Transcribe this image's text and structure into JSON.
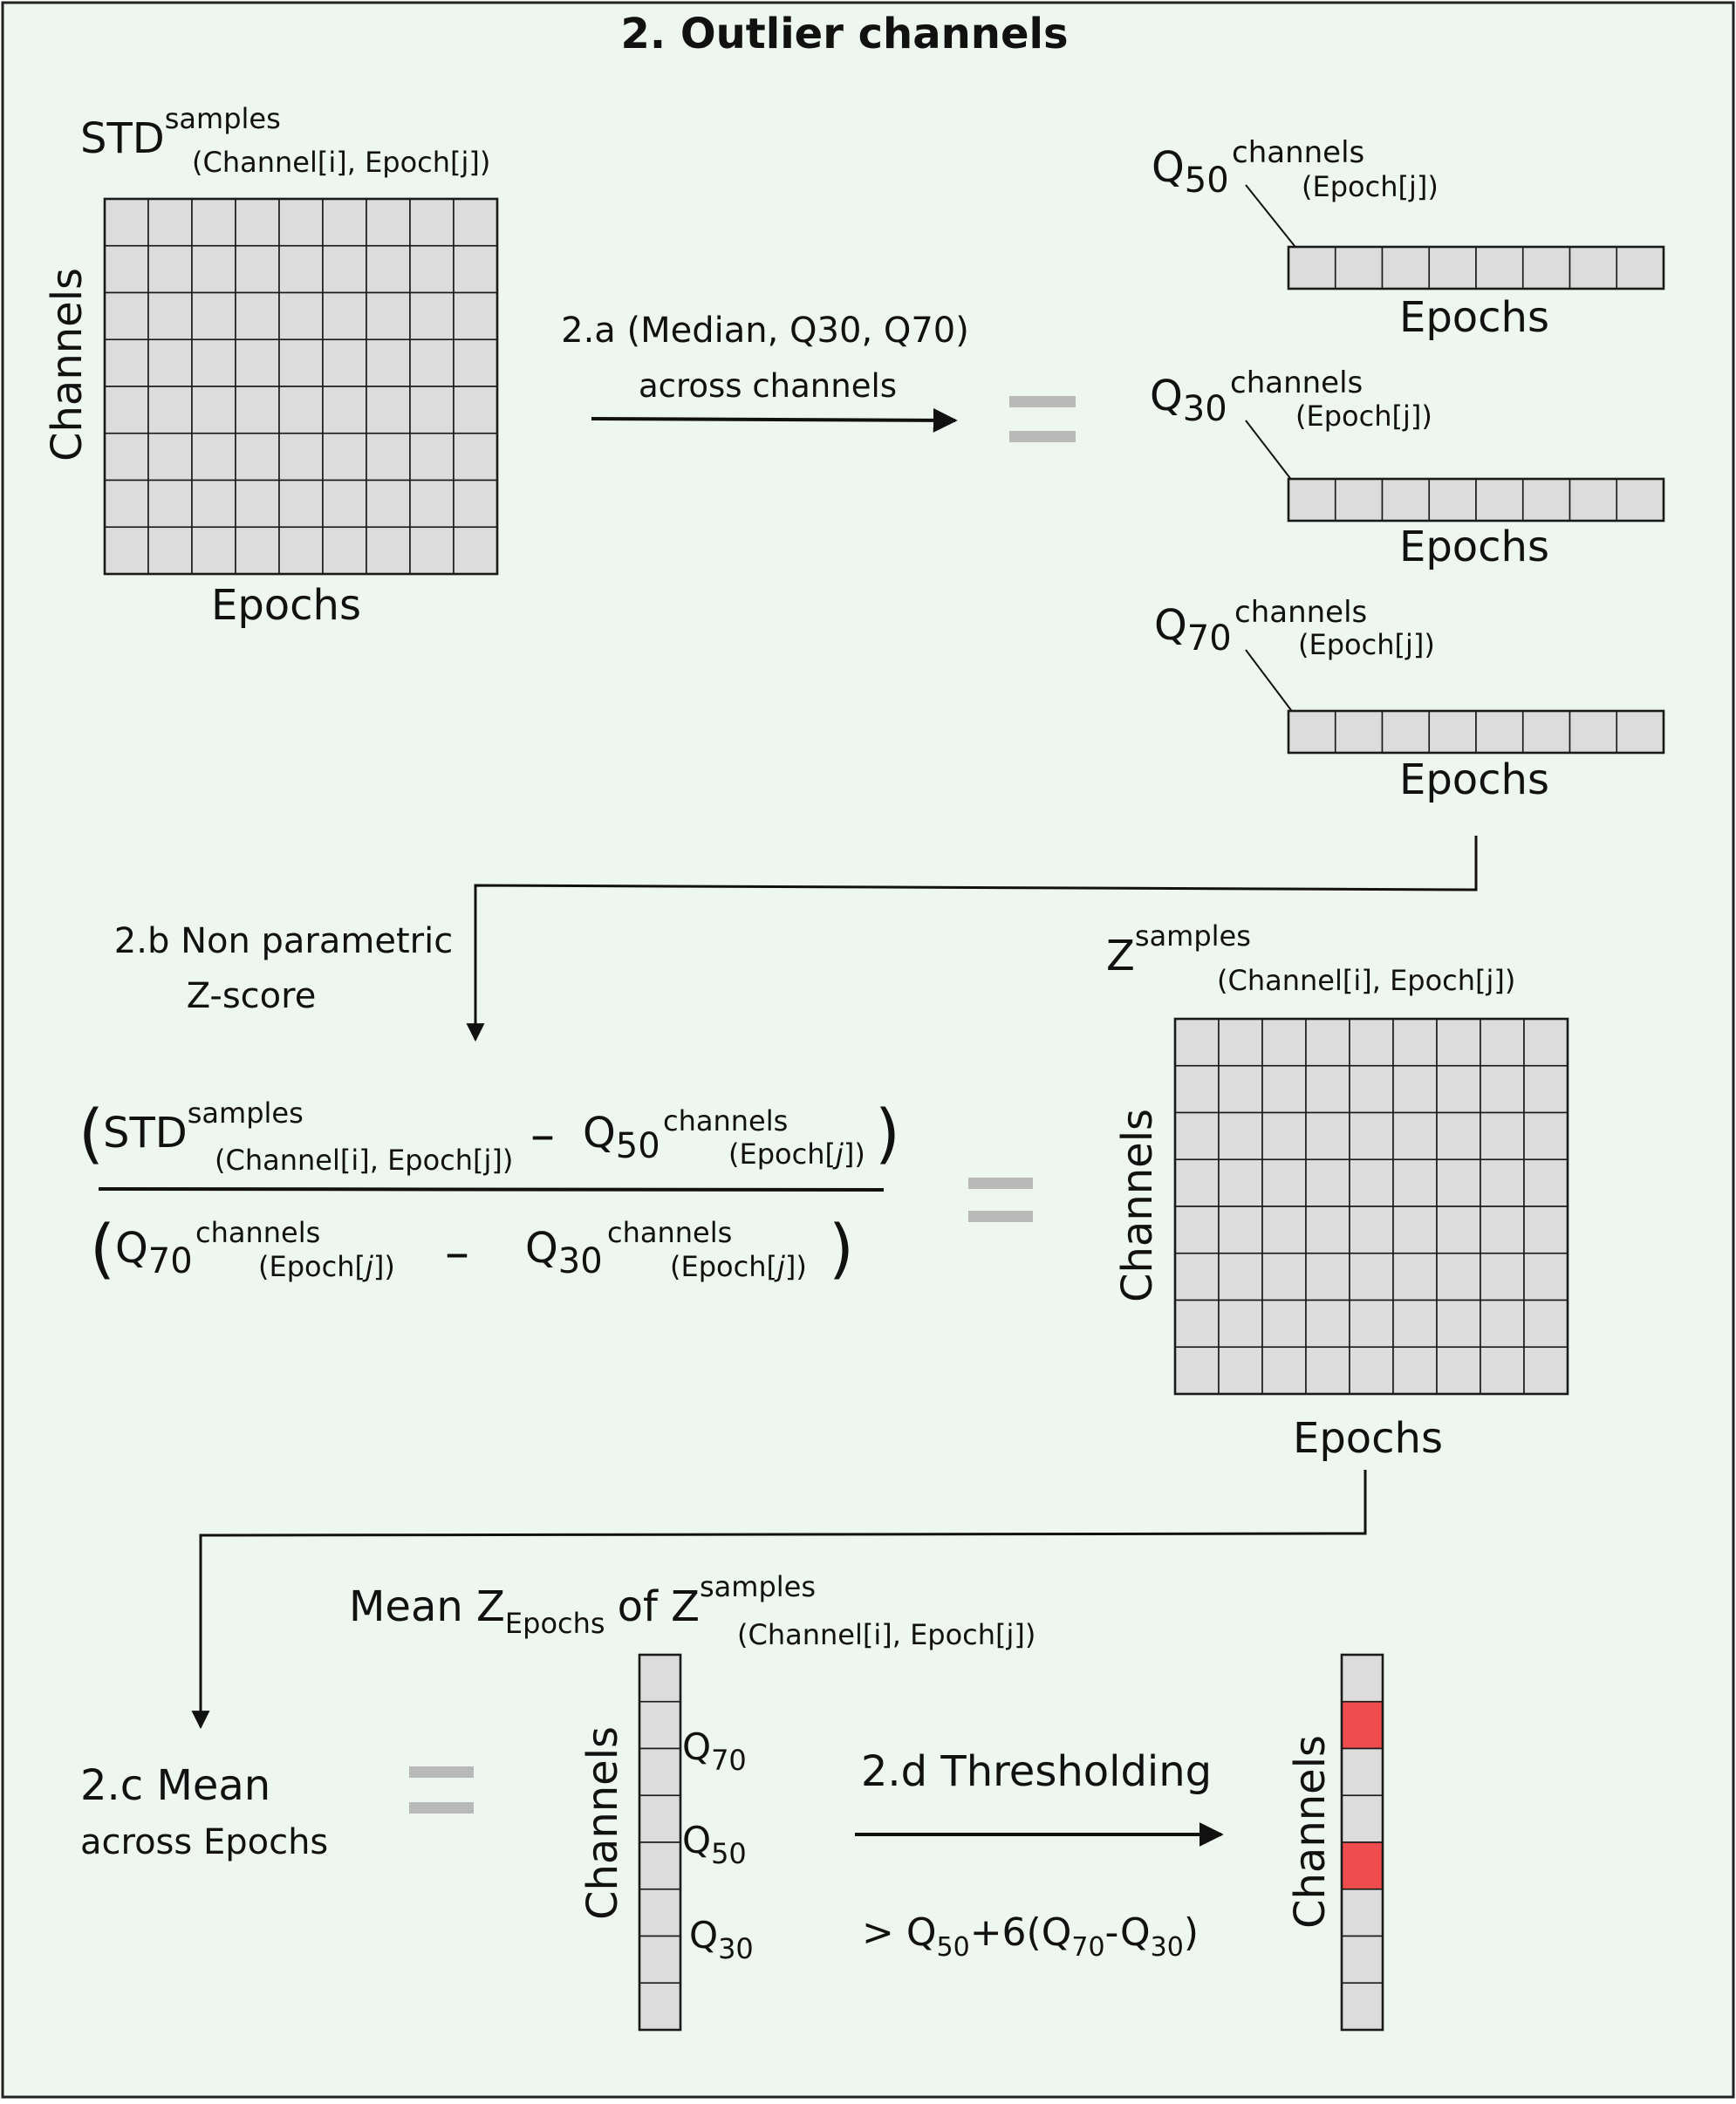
{
  "title": "2. Outlier channels",
  "colors": {
    "background": "#edf6ef",
    "cell": "#dcdcdc",
    "outlier": "#ef4d4d",
    "equals": "#b9b9b9",
    "grid_line": "#1a1a1a"
  },
  "std_matrix": {
    "base": "STD",
    "sup": "samples",
    "sub": "(Channel[i], Epoch[j])",
    "rows_label": "Channels",
    "cols_label": "Epochs"
  },
  "step_a": {
    "line1": "2.a (Median, Q30, Q70)",
    "line2": "across channels"
  },
  "quantile_vectors": [
    {
      "q": "Q",
      "sub": "50",
      "sup": "channels",
      "idx": "(Epoch[j])",
      "label": "Epochs"
    },
    {
      "q": "Q",
      "sub": "30",
      "sup": "channels",
      "idx": "(Epoch[j])",
      "label": "Epochs"
    },
    {
      "q": "Q",
      "sub": "70",
      "sup": "channels",
      "idx": "(Epoch[j])",
      "label": "Epochs"
    }
  ],
  "step_b": {
    "line1": "2.b Non parametric",
    "line2": "Z-score"
  },
  "formula": {
    "open_paren": "(",
    "close_paren": ")",
    "minus": "–",
    "num_std": "STD",
    "num_std_sup": "samples",
    "num_std_sub": "(Channel[i], Epoch[j])",
    "num_q": "Q",
    "num_q_sub": "50",
    "num_q_sup": "channels",
    "num_q_idx_pre": "(Epoch[",
    "num_q_idx_var": "j",
    "num_q_idx_post": "])",
    "den_q1": "Q",
    "den_q1_sub": "70",
    "den_q1_sup": "channels",
    "den_q1_idx_pre": "(Epoch[",
    "den_q1_idx_var": "j",
    "den_q1_idx_post": "])",
    "den_q2": "Q",
    "den_q2_sub": "30",
    "den_q2_sup": "channels",
    "den_q2_idx_pre": "(Epoch[",
    "den_q2_idx_var": "j",
    "den_q2_idx_post": "])"
  },
  "z_matrix": {
    "base": "Z",
    "sup": "samples",
    "sub": "(Channel[i], Epoch[j])",
    "rows_label": "Channels",
    "cols_label": "Epochs"
  },
  "mean_label": {
    "pre": "Mean Z",
    "pre_sub": "Epochs",
    "mid": "of Z",
    "sup": "samples",
    "sub": "(Channel[i], Epoch[j])"
  },
  "step_c": {
    "line1": "2.c Mean",
    "line2": "across Epochs"
  },
  "mean_vector": {
    "label": "Channels",
    "markers": [
      {
        "q": "Q",
        "sub": "70"
      },
      {
        "q": "Q",
        "sub": "50"
      },
      {
        "q": "Q",
        "sub": "30"
      }
    ]
  },
  "step_d": {
    "label": "2.d Thresholding",
    "cond_gt": "> Q",
    "cond_sub1": "50",
    "cond_plus": "+6(Q",
    "cond_sub2": "70",
    "cond_minus": "-Q",
    "cond_sub3": "30",
    "cond_close": ")"
  },
  "result_vector": {
    "label": "Channels",
    "outlier_cells": [
      1,
      4
    ]
  }
}
